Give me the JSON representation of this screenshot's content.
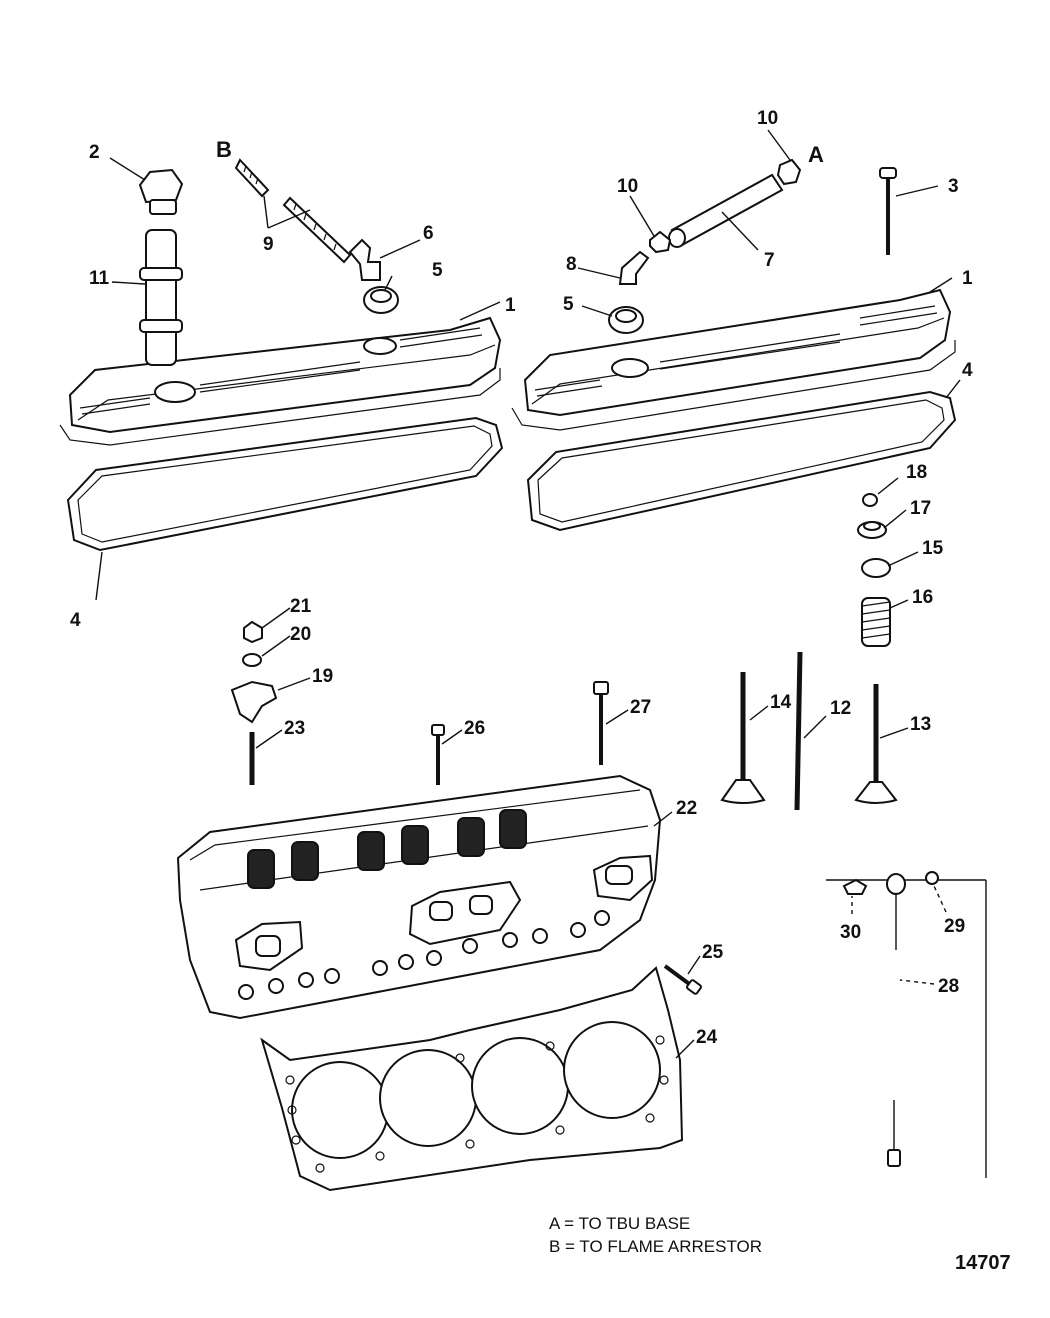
{
  "diagram": {
    "callouts": [
      "1",
      "1",
      "2",
      "3",
      "4",
      "4",
      "5",
      "5",
      "6",
      "7",
      "8",
      "9",
      "10",
      "10",
      "11",
      "12",
      "13",
      "14",
      "15",
      "16",
      "17",
      "18",
      "19",
      "20",
      "21",
      "22",
      "23",
      "24",
      "25",
      "26",
      "27",
      "28",
      "29",
      "30"
    ],
    "letters": [
      "A",
      "B"
    ]
  },
  "legend": {
    "line_a": "A = TO TBU BASE",
    "line_b": "B = TO FLAME ARRESTOR"
  },
  "figure_number": "14707"
}
